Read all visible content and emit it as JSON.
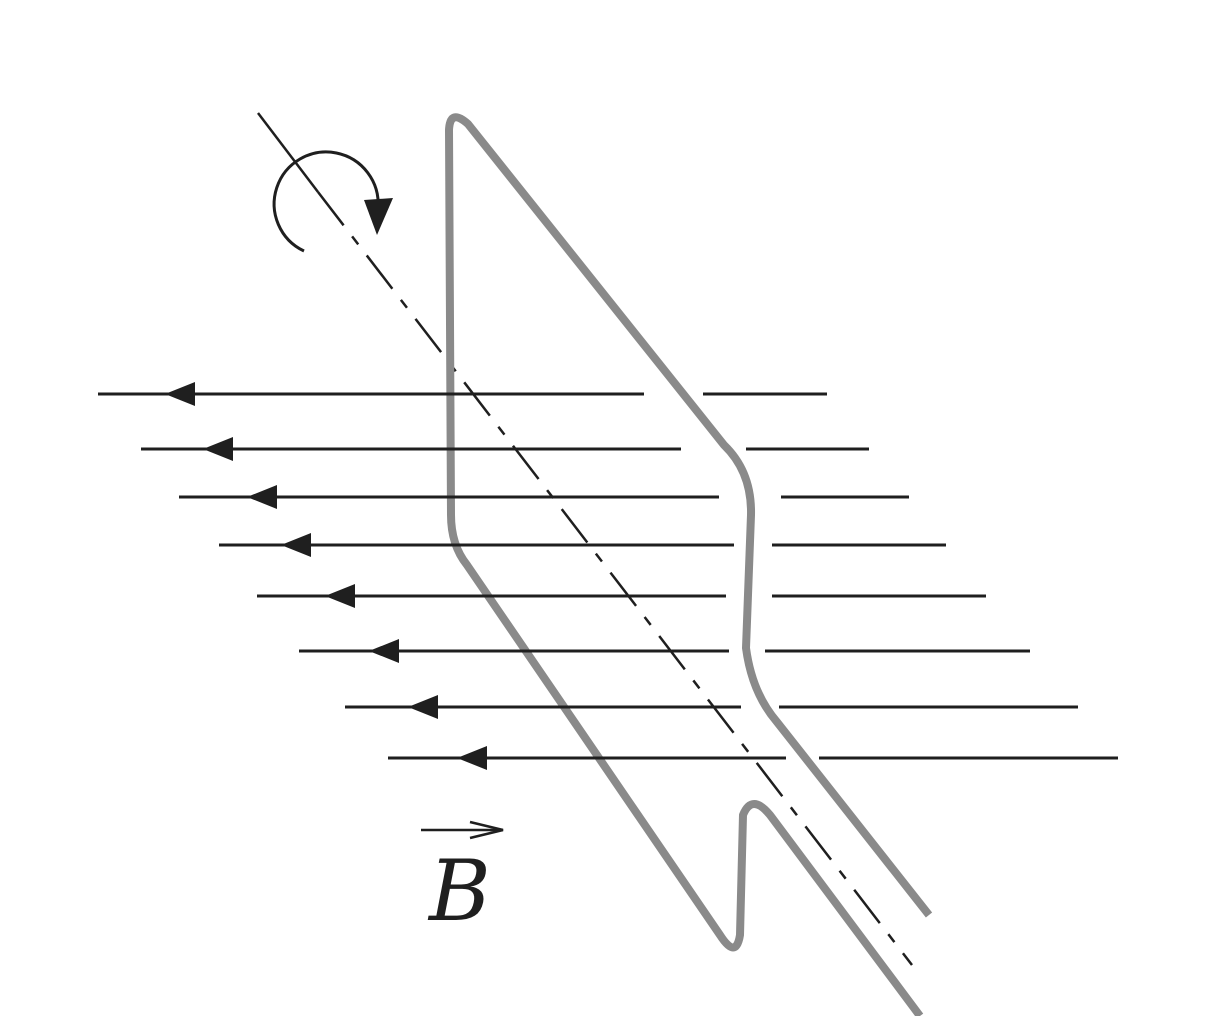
{
  "figure": {
    "field_symbol": "B",
    "field_direction": "left",
    "field_line_count": 8,
    "rotation_direction": "clockwise"
  },
  "colors": {
    "ink": "#1f1f1f",
    "loop": "#8a8a8a",
    "background": "#ffffff"
  }
}
